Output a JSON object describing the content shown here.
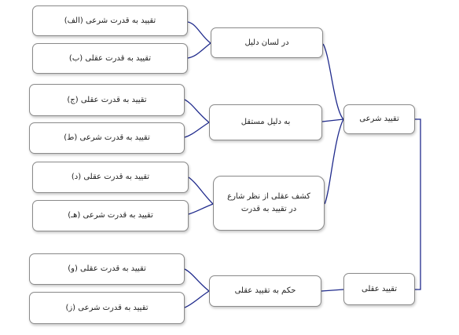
{
  "root_nodes": {
    "shari": "تقیید شرعی",
    "aqli": "تقیید عقلی"
  },
  "mid_nodes": {
    "lisan": "در لسان دلیل",
    "mostaqel": "به دلیل مستقل",
    "kashf_line1": "کشف عقلی از نظر شارع",
    "kashf_line2": "در تقیید به قدرت",
    "hokm": "حکم به تقیید عقلی"
  },
  "leaf_nodes": {
    "alef": "تقیید به قدرت شرعی (الف)",
    "be": "تقیید به قدرت عقلی (ب)",
    "jim": "تقیید به قدرت عقلی (ج)",
    "ta": "تقیید به قدرت شرعی (ط)",
    "dal": "تقیید به قدرت عقلی (د)",
    "he": "تقیید به قدرت شرعی (هـ)",
    "vav": "تقیید به قدرت عقلی (و)",
    "ze": "تقیید به قدرت شرعی (ز)"
  },
  "colors": {
    "connector": "#1f2a8c",
    "border": "#8a8a8a"
  }
}
